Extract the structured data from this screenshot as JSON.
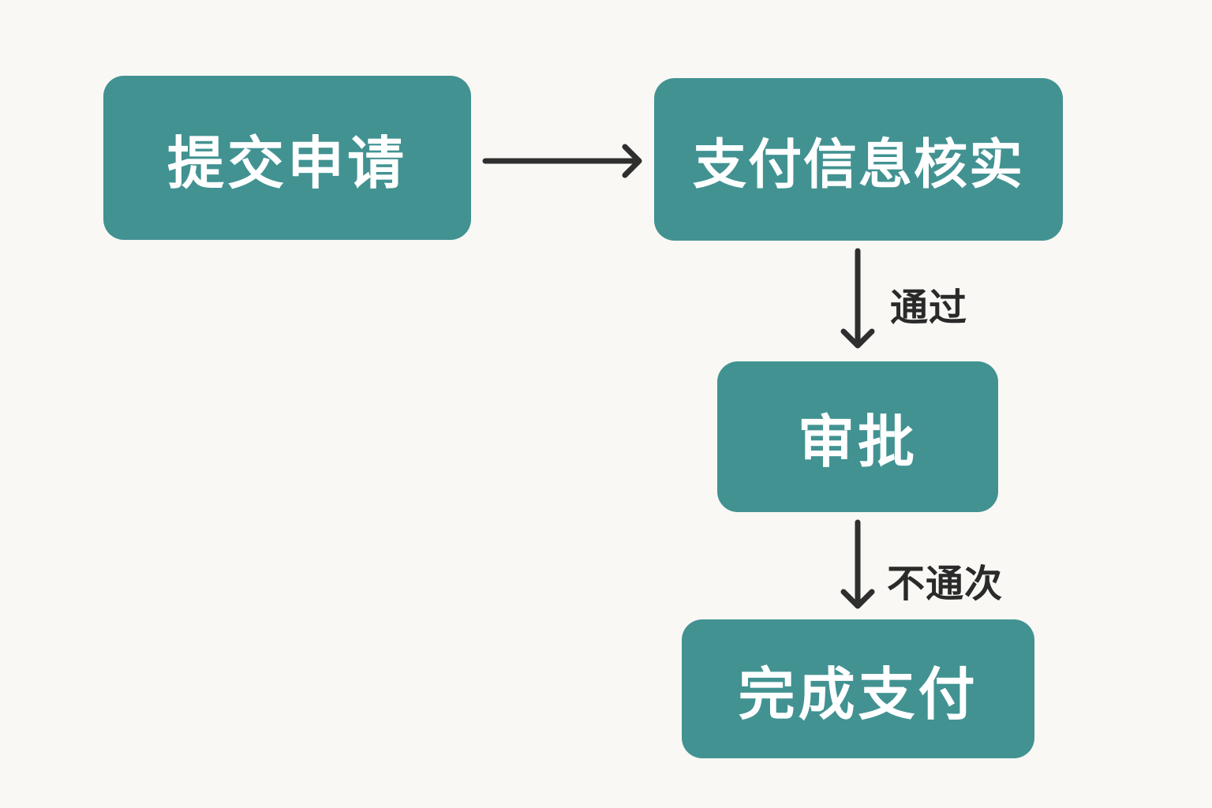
{
  "colors": {
    "background": "#f9f8f4",
    "node_fill": "#429292",
    "node_text": "#ffffff",
    "arrow": "#2f2f2f",
    "label_text": "#2a2a2a"
  },
  "nodes": {
    "submit": "提交申请",
    "verify": "支付信息核实",
    "approve": "审批",
    "complete": "完成支付"
  },
  "edges": [
    {
      "from": "submit",
      "to": "verify",
      "label": ""
    },
    {
      "from": "verify",
      "to": "approve",
      "label": "通过"
    },
    {
      "from": "approve",
      "to": "complete",
      "label": "不通次"
    }
  ],
  "edge_labels": {
    "pass": "通过",
    "fail": "不通次"
  }
}
